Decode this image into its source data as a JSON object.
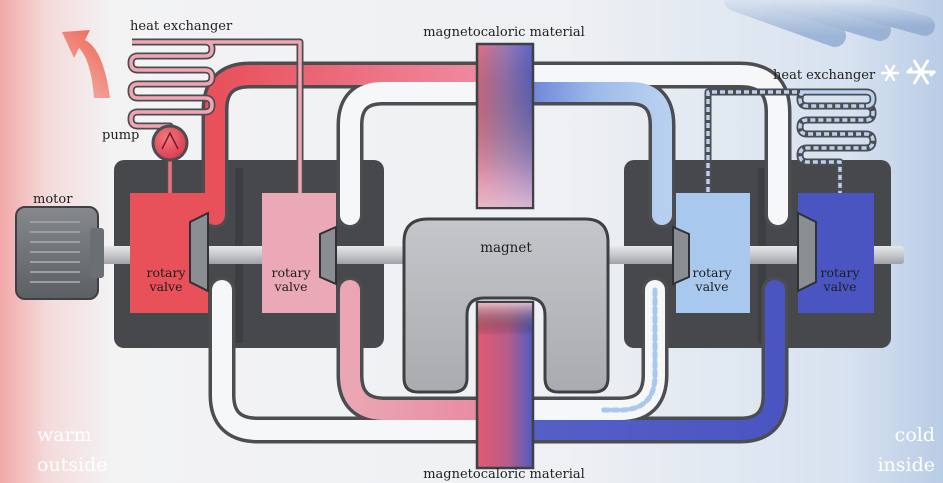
{
  "labels": {
    "heat_exchanger_left": "heat exchanger",
    "heat_exchanger_right": "heat exchanger",
    "magnetocaloric_top": "magnetocaloric material",
    "magnetocaloric_bottom": "magnetocaloric material",
    "pump": "pump",
    "motor": "motor",
    "magnet": "magnet",
    "rotary_valve_line1": "rotary",
    "rotary_valve_line2": "valve",
    "warm_line1": "warm",
    "warm_line2": "outside",
    "cold_line1": "cold",
    "cold_line2": "inside"
  },
  "colors": {
    "warm_red": "#e8505a",
    "warm_pink": "#eaa6b4",
    "cold_light_blue": "#a9c8ee",
    "cold_blue": "#4a55c2",
    "pipe_white": "#f6f8fa",
    "housing_dark": "#4a4c50",
    "magnet_grey": "#b7b9bc"
  },
  "icons": [
    "warm-arrow-icon",
    "snowflake-icon",
    "pump-icon",
    "motor-icon",
    "rotary-valve-icon",
    "heat-exchanger-coil-icon"
  ]
}
